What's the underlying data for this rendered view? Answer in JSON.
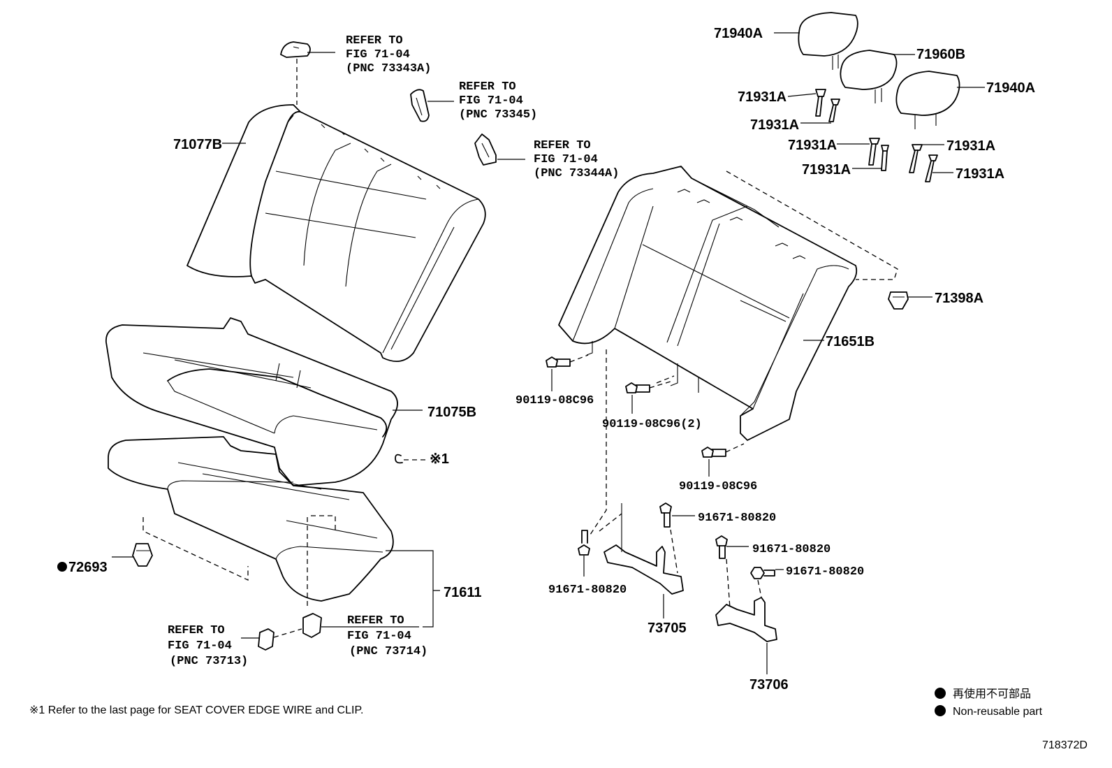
{
  "parts": {
    "p71077B": "71077B",
    "p71075B": "71075B",
    "p71611": "71611",
    "p72693": "72693",
    "p71940A_1": "71940A",
    "p71940A_2": "71940A",
    "p71960B": "71960B",
    "p71931A_1": "71931A",
    "p71931A_2": "71931A",
    "p71931A_3": "71931A",
    "p71931A_4": "71931A",
    "p71931A_5": "71931A",
    "p71931A_6": "71931A",
    "p71398A": "71398A",
    "p71651B": "71651B",
    "p90119_1": "90119-08C96",
    "p90119_2": "90119-08C96(2)",
    "p90119_3": "90119-08C96",
    "p91671_1": "91671-80820",
    "p91671_2": "91671-80820",
    "p91671_3": "91671-80820",
    "p91671_4": "91671-80820",
    "p73705": "73705",
    "p73706": "73706",
    "clip_ref": "※1"
  },
  "refs": {
    "r73343A": {
      "l1": "REFER TO",
      "l2": "FIG 71-04",
      "l3": "(PNC 73343A)"
    },
    "r73345": {
      "l1": "REFER TO",
      "l2": "FIG 71-04",
      "l3": "(PNC 73345)"
    },
    "r73344A": {
      "l1": "REFER TO",
      "l2": "FIG 71-04",
      "l3": "(PNC 73344A)"
    },
    "r73714": {
      "l1": "REFER TO",
      "l2": "FIG 71-04",
      "l3": "(PNC 73714)"
    },
    "r73713": {
      "l1": "REFER TO",
      "l2": "FIG 71-04",
      "l3": "(PNC 73713)"
    }
  },
  "non_reusable_marker": "●",
  "footnote": "※1  Refer to the last page for SEAT COVER EDGE WIRE and CLIP.",
  "legend": {
    "jp": "再使用不可部品",
    "en": "Non-reusable part"
  },
  "figure_id": "718372D"
}
